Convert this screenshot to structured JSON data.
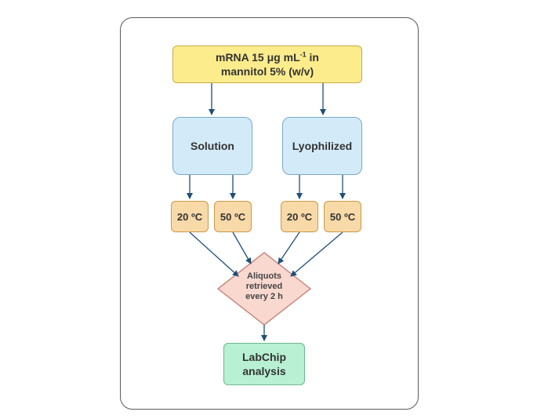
{
  "diagram": {
    "start": {
      "line1_a": "mRNA 15 μg mL",
      "line1_sup": "-1",
      "line1_b": " in",
      "line2": "mannitol 5% (w/v)"
    },
    "solution": "Solution",
    "lyophilized": "Lyophilized",
    "temps": [
      "20 ºC",
      "50 ºC",
      "20 ºC",
      "50 ºC"
    ],
    "diamond": {
      "line1": "Aliquots",
      "line2": "retrieved",
      "line3": "every 2 h"
    },
    "end": {
      "line1": "LabChip",
      "line2": "analysis"
    }
  },
  "colors": {
    "start_fill": "#fcec8c",
    "process_fill": "#d3ebf9",
    "temp_fill": "#f8d9a8",
    "decision_fill": "#f9d8d0",
    "end_fill": "#b7f0d2",
    "arrow": "#1f4e79"
  }
}
